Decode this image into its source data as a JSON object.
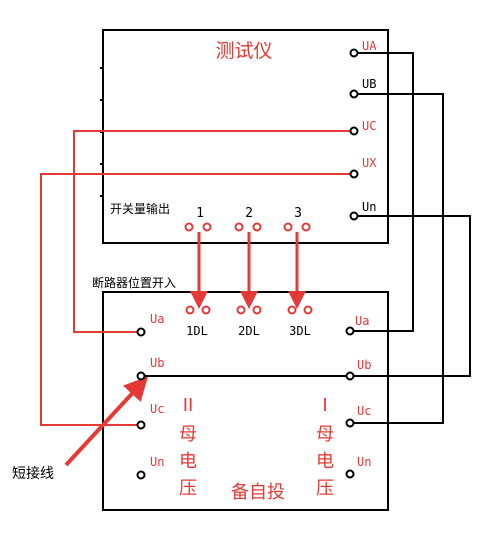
{
  "colors": {
    "wire_red": "#e53935",
    "wire_black": "#000000",
    "text_red": "#e53935",
    "background": "#ffffff"
  },
  "tester": {
    "title": "测试仪",
    "terminals": [
      "UA",
      "UB",
      "UC",
      "UX",
      "Un"
    ],
    "switch_output_label": "开关量输出",
    "output_numbers": [
      "1",
      "2",
      "3"
    ]
  },
  "breaker_input_label": "断路器位置开入",
  "device": {
    "title": "备自投",
    "breaker_labels": [
      "1DL",
      "2DL",
      "3DL"
    ],
    "left_terminals": [
      "Ua",
      "Ub",
      "Uc",
      "Un"
    ],
    "right_terminals": [
      "Ua",
      "Ub",
      "Uc",
      "Un"
    ],
    "bus2_label": [
      "II",
      "母",
      "电",
      "压"
    ],
    "bus1_label": [
      "I",
      "母",
      "电",
      "压"
    ]
  },
  "annotation": {
    "short_wire": "短接线"
  }
}
